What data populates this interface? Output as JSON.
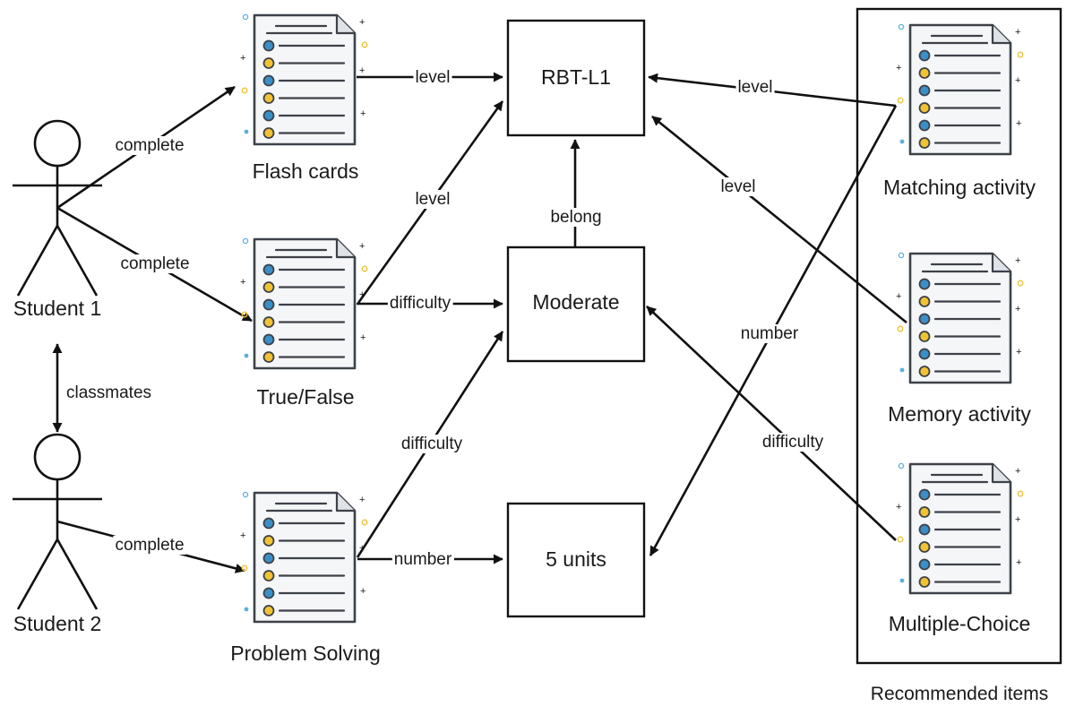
{
  "actors": {
    "student1": "Student 1",
    "student2": "Student 2"
  },
  "documents": {
    "flash_cards": "Flash cards",
    "true_false": "True/False",
    "problem_solving": "Problem Solving",
    "matching_activity": "Matching activity",
    "memory_activity": "Memory activity",
    "multiple_choice": "Multiple-Choice"
  },
  "boxes": {
    "rbt_l1": "RBT-L1",
    "moderate": "Moderate",
    "five_units": "5 units",
    "recommended_items": "Recommended items"
  },
  "edges": {
    "s1_flash_complete": "complete",
    "s1_tf_complete": "complete",
    "s1_s2_classmates": "classmates",
    "s2_ps_complete": "complete",
    "flash_rbt_level": "level",
    "tf_rbt_level": "level",
    "tf_moderate_difficulty": "difficulty",
    "ps_moderate_difficulty": "difficulty",
    "ps_units_number": "number",
    "moderate_rbt_belong": "belong",
    "matching_rbt_level": "level",
    "memory_rbt_level": "level",
    "matching_units_number": "number",
    "mc_moderate_difficulty": "difficulty"
  },
  "colors": {
    "doc_blue": "#3a8fc8",
    "doc_yellow": "#f1c232",
    "doc_paper": "#f4f6f8",
    "doc_outline": "#3d4148"
  }
}
